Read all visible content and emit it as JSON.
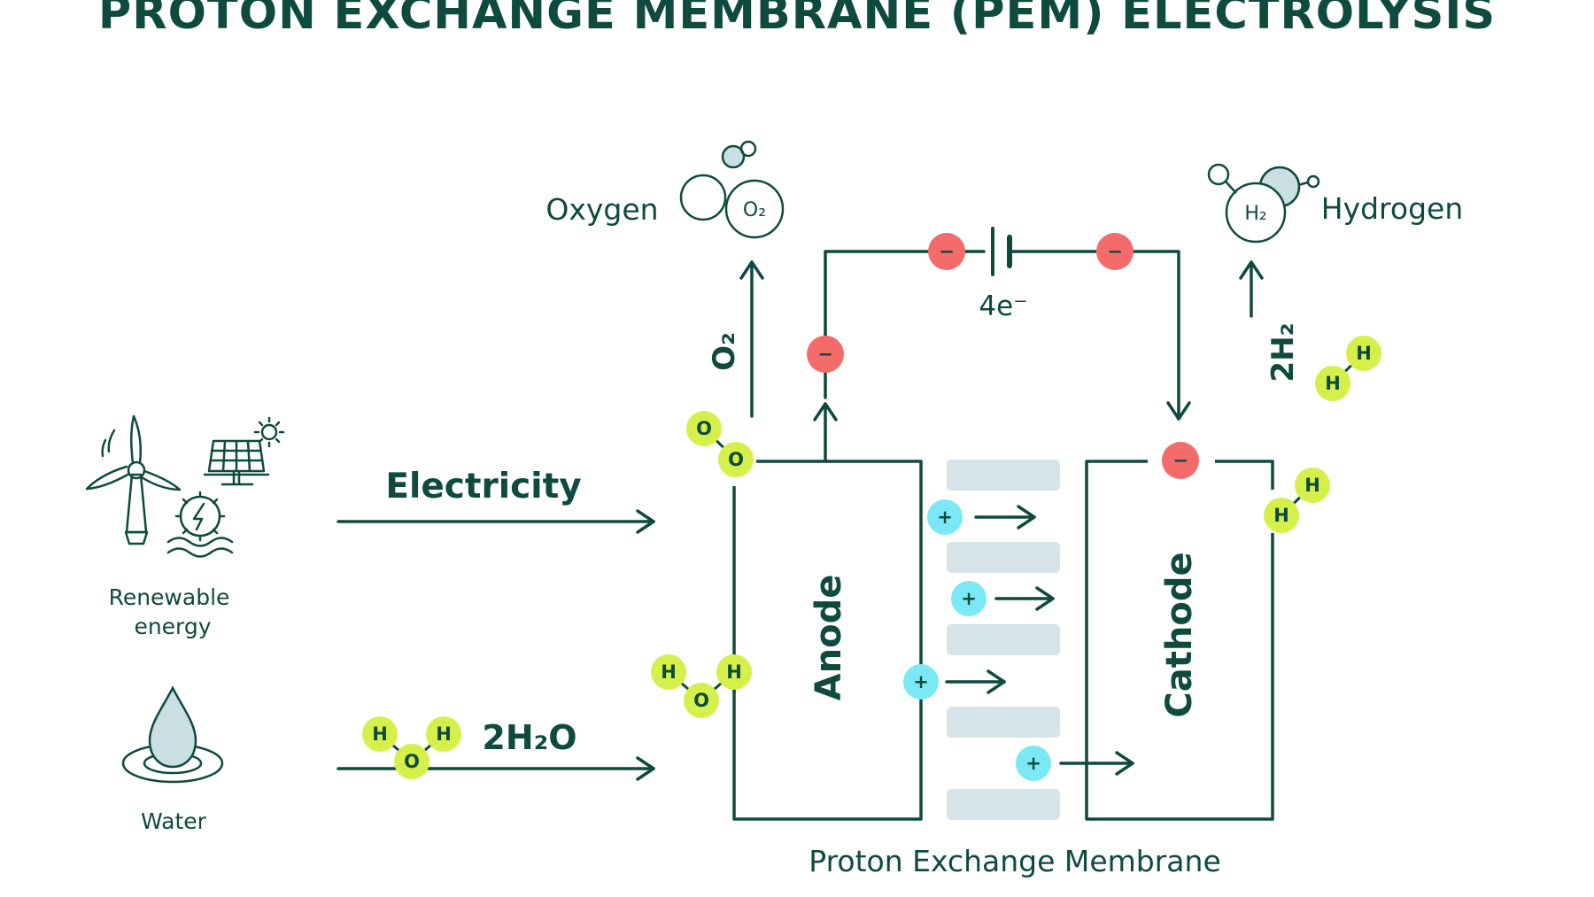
{
  "title": "PROTON EXCHANGE MEMBRANE (PEM) ELECTROLYSIS",
  "labels": {
    "oxygen": "Oxygen",
    "hydrogen": "Hydrogen",
    "o2_molecule": "O₂",
    "h2_molecule": "H₂",
    "o2_flow": "O₂",
    "h2_flow": "2H₂",
    "electrons": "4e⁻",
    "electricity": "Electricity",
    "water_flow": "2H₂O",
    "renewable_line1": "Renewable",
    "renewable_line2": "energy",
    "water": "Water",
    "anode": "Anode",
    "cathode": "Cathode",
    "membrane": "Proton Exchange Membrane"
  },
  "symbols": {
    "electron": "−",
    "proton": "+",
    "hydrogen_atom": "H",
    "oxygen_atom": "O"
  },
  "colors": {
    "primary": "#0f4a3e",
    "electron": "#f46b6b",
    "proton": "#7ae9f5",
    "atom": "#d5f04a",
    "membrane": "#d6e4e9",
    "icon_fill": "#c9dfe3"
  },
  "icons": [
    "wind-turbine-icon",
    "solar-panel-icon",
    "sun-icon",
    "hydro-power-icon",
    "water-drop-icon"
  ]
}
